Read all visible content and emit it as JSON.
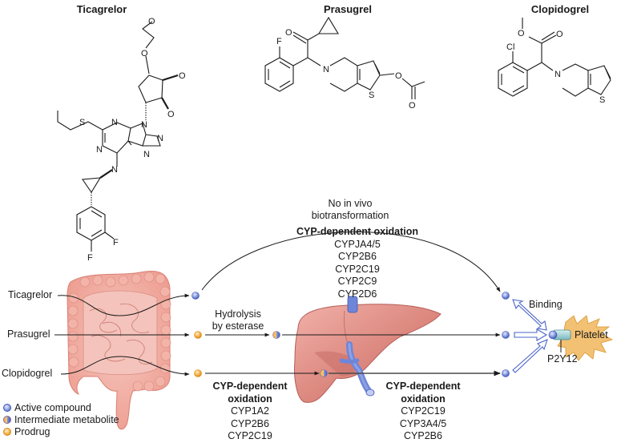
{
  "molecules": [
    {
      "name": "Ticagrelor",
      "atoms": [
        "O",
        "O",
        "O",
        "O",
        "S",
        "N",
        "N",
        "N",
        "N",
        "N",
        "N",
        "F",
        "F"
      ]
    },
    {
      "name": "Prasugrel",
      "atoms": [
        "O",
        "F",
        "N",
        "S",
        "O",
        "O"
      ]
    },
    {
      "name": "Clopidogrel",
      "atoms": [
        "O",
        "O",
        "Cl",
        "N",
        "S"
      ]
    }
  ],
  "drugs": [
    "Ticagrelor",
    "Prasugrel",
    "Clopidogrel"
  ],
  "top_path": {
    "note_line1": "No in vivo",
    "note_line2": "biotransformation"
  },
  "ticagrelor_metabolism": {
    "heading": "CYP-dependent oxidation",
    "enzymes": [
      "CYPJA4/5",
      "CYP2B6",
      "CYP2C19",
      "CYP2C9",
      "CYP2D6"
    ]
  },
  "prasugrel_step": {
    "line1": "Hydrolysis",
    "line2": "by esterase"
  },
  "clopidogrel_step1": {
    "heading_line1": "CYP-dependent",
    "heading_line2": "oxidation",
    "enzymes": [
      "CYP1A2",
      "CYP2B6",
      "CYP2C19"
    ]
  },
  "clopidogrel_step2": {
    "heading_line1": "CYP-dependent",
    "heading_line2": "oxidation",
    "enzymes": [
      "CYP2C19",
      "CYP3A4/5",
      "CYP2B6"
    ]
  },
  "target": {
    "binding_label": "Binding",
    "cell_label": "Platelet",
    "receptor_label": "P2Y12"
  },
  "legend": [
    {
      "label": "Active compound",
      "type": "active"
    },
    {
      "label": "Intermediate metabolite",
      "type": "intermediate"
    },
    {
      "label": "Prodrug",
      "type": "prodrug"
    }
  ],
  "colors": {
    "active": "#7b8fd6",
    "prodrug": "#f2a93b",
    "intestine": "#f0a79b",
    "liver": "#d9857e",
    "vessel": "#6f86d8",
    "platelet": "#f2c173",
    "arrow_open": "#4a64c8"
  },
  "icons": {
    "intestine": "intestine-illustration",
    "liver": "liver-illustration",
    "platelet": "platelet-cell"
  }
}
